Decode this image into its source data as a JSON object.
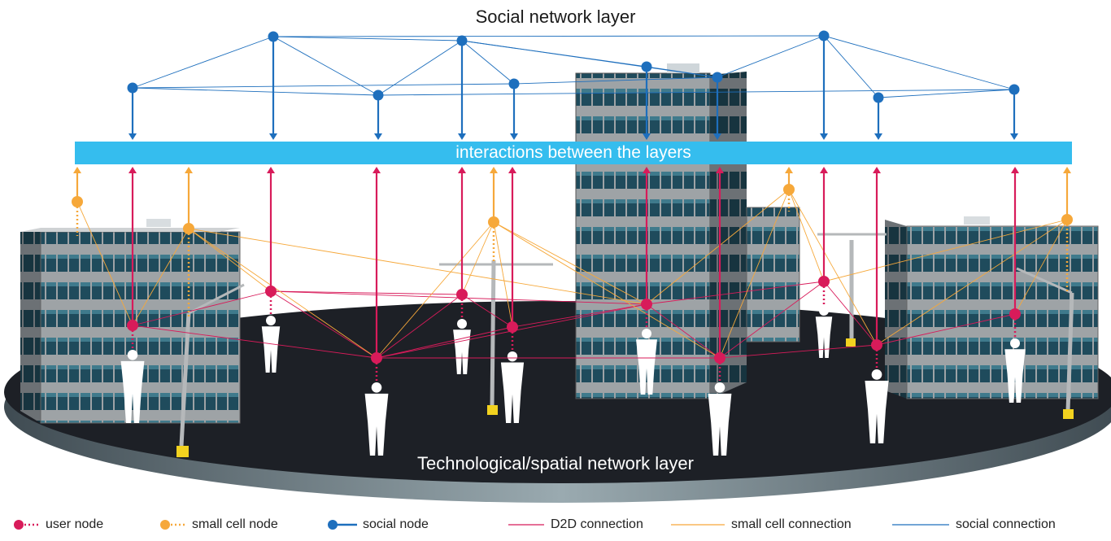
{
  "diagram": {
    "top_layer_title": "Social network layer",
    "interaction_band_label": "interactions between the layers",
    "bottom_layer_title": "Technological/spatial network layer"
  },
  "legend": {
    "user_node": "user node",
    "small_cell_node": "small cell node",
    "social_node": "social node",
    "d2d_connection": "D2D connection",
    "small_cell_connection": "small cell connection",
    "social_connection": "social connection"
  },
  "colors": {
    "user": "#d81b5a",
    "small_cell": "#f6a83a",
    "social": "#1e6fbd",
    "band": "#35bdee",
    "platform": "#1d2026"
  }
}
